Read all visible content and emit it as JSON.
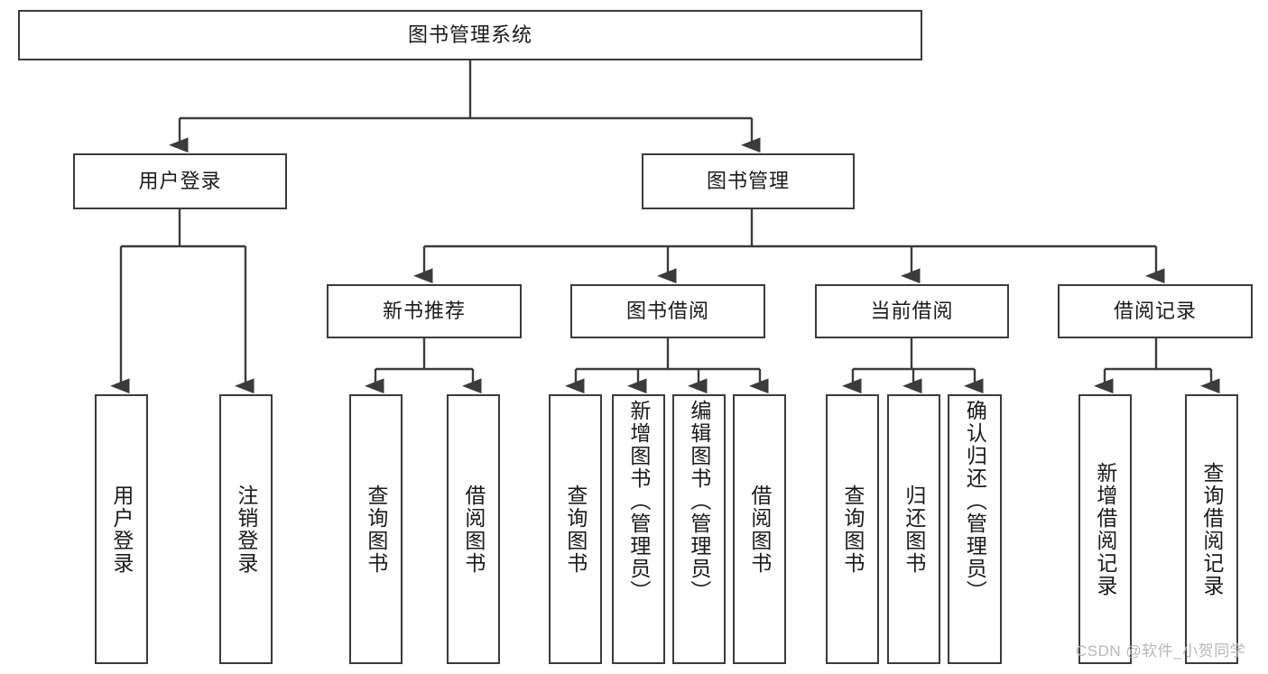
{
  "diagram": {
    "type": "tree-hierarchy",
    "title": "图书管理系统",
    "watermark": "CSDN @软件_小贺同学",
    "accent_color": "#3b3b3b",
    "background_color": "#ffffff",
    "text_color": "#1a1a1a",
    "watermark_color": "#b7b7b7",
    "nodes": {
      "root": {
        "label": "图书管理系统"
      },
      "level1": [
        {
          "label": "用户登录"
        },
        {
          "label": "图书管理"
        }
      ],
      "level2": [
        {
          "label": "新书推荐"
        },
        {
          "label": "图书借阅"
        },
        {
          "label": "当前借阅"
        },
        {
          "label": "借阅记录"
        }
      ],
      "leaves": {
        "user_login": [
          {
            "label": "用户登录"
          },
          {
            "label": "注销登录"
          }
        ],
        "new_book_recommend": [
          {
            "label": "查询图书"
          },
          {
            "label": "借阅图书"
          }
        ],
        "book_borrow": [
          {
            "label": "查询图书"
          },
          {
            "label": "新增图书（管理员）"
          },
          {
            "label": "编辑图书（管理员）"
          },
          {
            "label": "借阅图书"
          }
        ],
        "current_borrow": [
          {
            "label": "查询图书"
          },
          {
            "label": "归还图书"
          },
          {
            "label": "确认归还（管理员）"
          }
        ],
        "borrow_record": [
          {
            "label": "新增借阅记录"
          },
          {
            "label": "查询借阅记录"
          }
        ]
      }
    }
  }
}
